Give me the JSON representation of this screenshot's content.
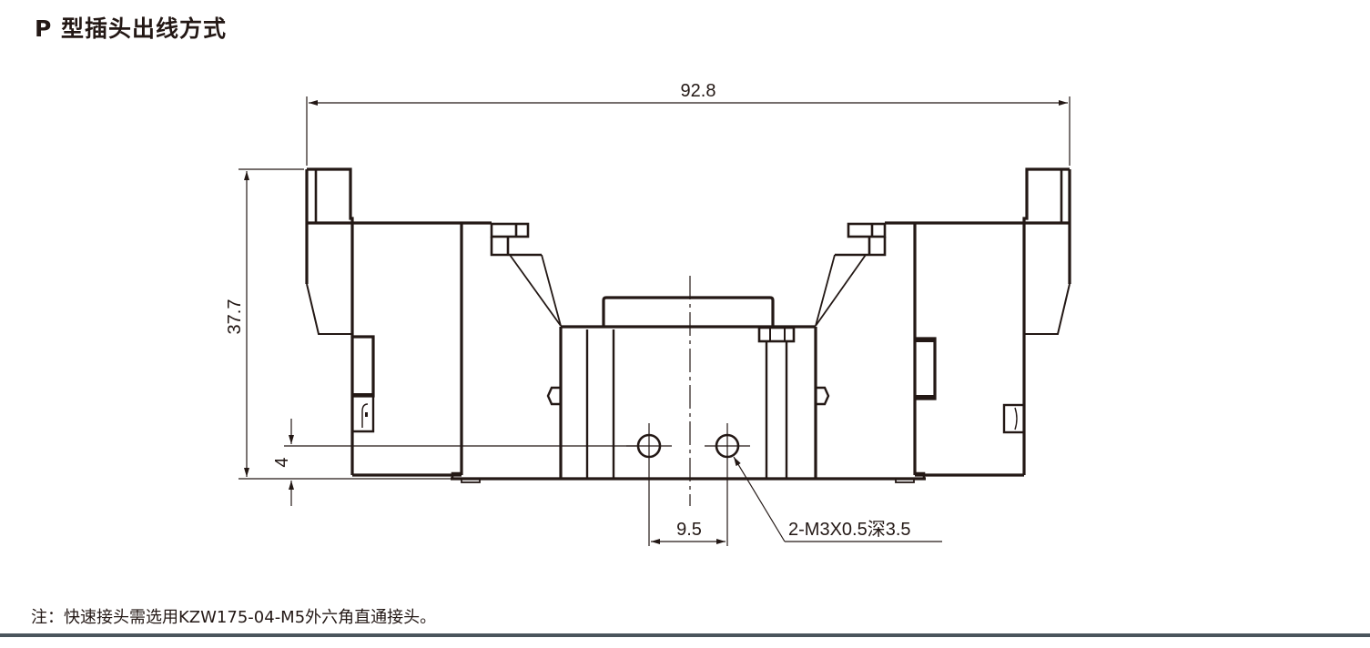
{
  "title": "P 型插头出线方式",
  "note": "注：快速接头需选用KZW175-04-M5外六角直通接头。",
  "dimensions": {
    "overall_width": "92.8",
    "overall_height": "37.7",
    "hole_height_from_base": "4",
    "hole_spacing": "9.5",
    "thread_callout": "2-M3X0.5深3.5"
  },
  "colors": {
    "line": "#231815",
    "bottom_bar": "#4a555c"
  }
}
